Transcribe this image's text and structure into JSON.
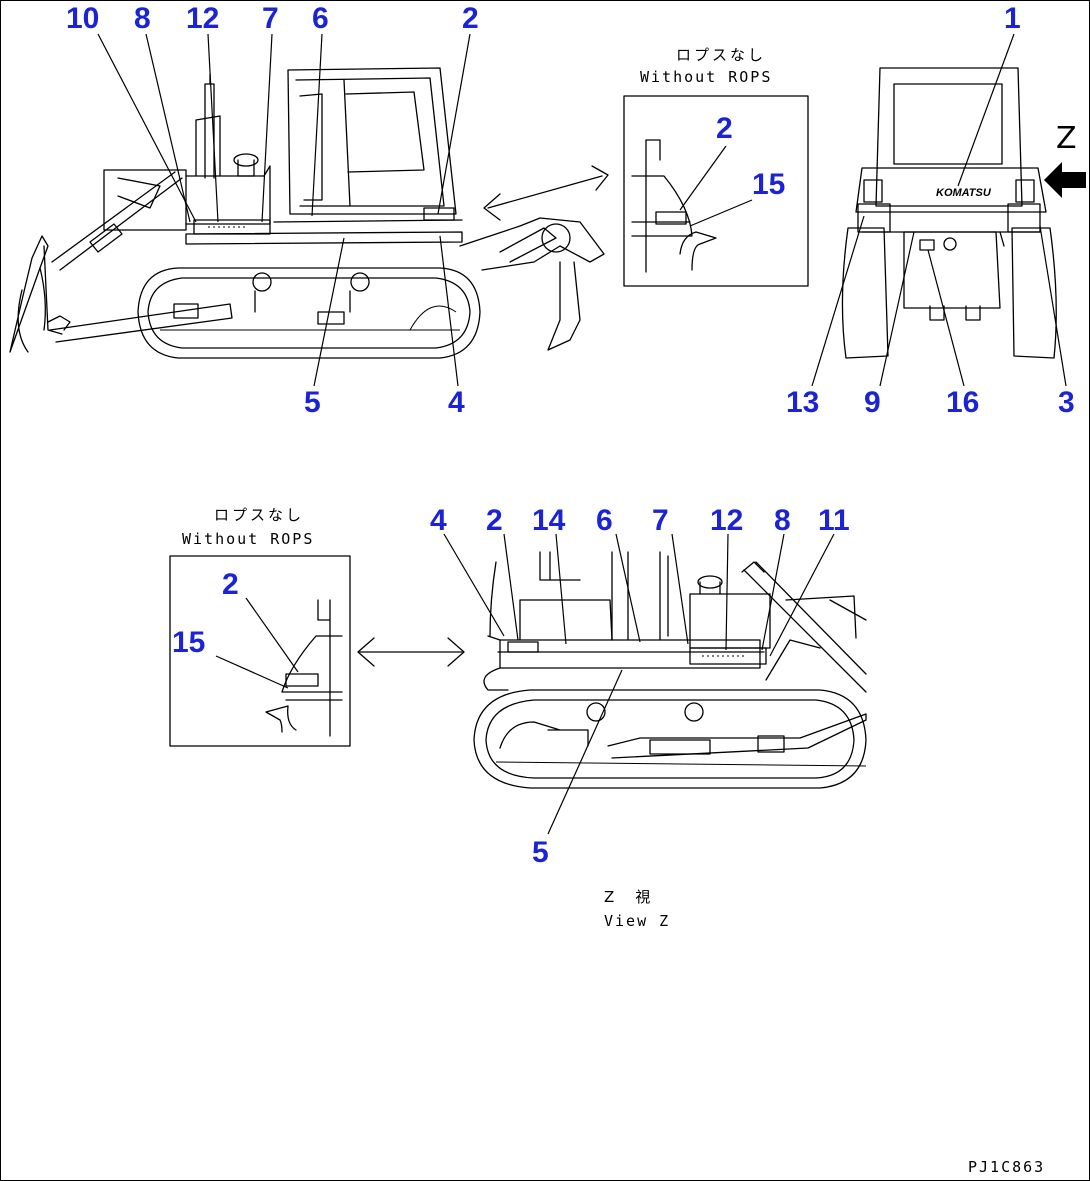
{
  "callouts": {
    "side_view": [
      "10",
      "8",
      "12",
      "7",
      "6",
      "2",
      "5",
      "4"
    ],
    "inset_top": [
      "2",
      "15"
    ],
    "rear_view": [
      "1",
      "13",
      "9",
      "16",
      "3"
    ],
    "view_z": [
      "4",
      "2",
      "14",
      "6",
      "7",
      "12",
      "8",
      "11",
      "5"
    ],
    "inset_bottom": [
      "2",
      "15"
    ]
  },
  "inset_top_caption": {
    "jp": "ロプスなし",
    "en": "Without ROPS"
  },
  "inset_bottom_caption": {
    "jp": "ロプスなし",
    "en": "Without ROPS"
  },
  "view_arrow_label": "Z",
  "rear_brand_plate": "KOMATSU",
  "view_z_caption": {
    "jp": "Z　視",
    "en": "View Z"
  },
  "drawing_code": "PJ1C863",
  "colors": {
    "callout": "#1a23d6",
    "line": "#000000",
    "background": "#ffffff"
  }
}
